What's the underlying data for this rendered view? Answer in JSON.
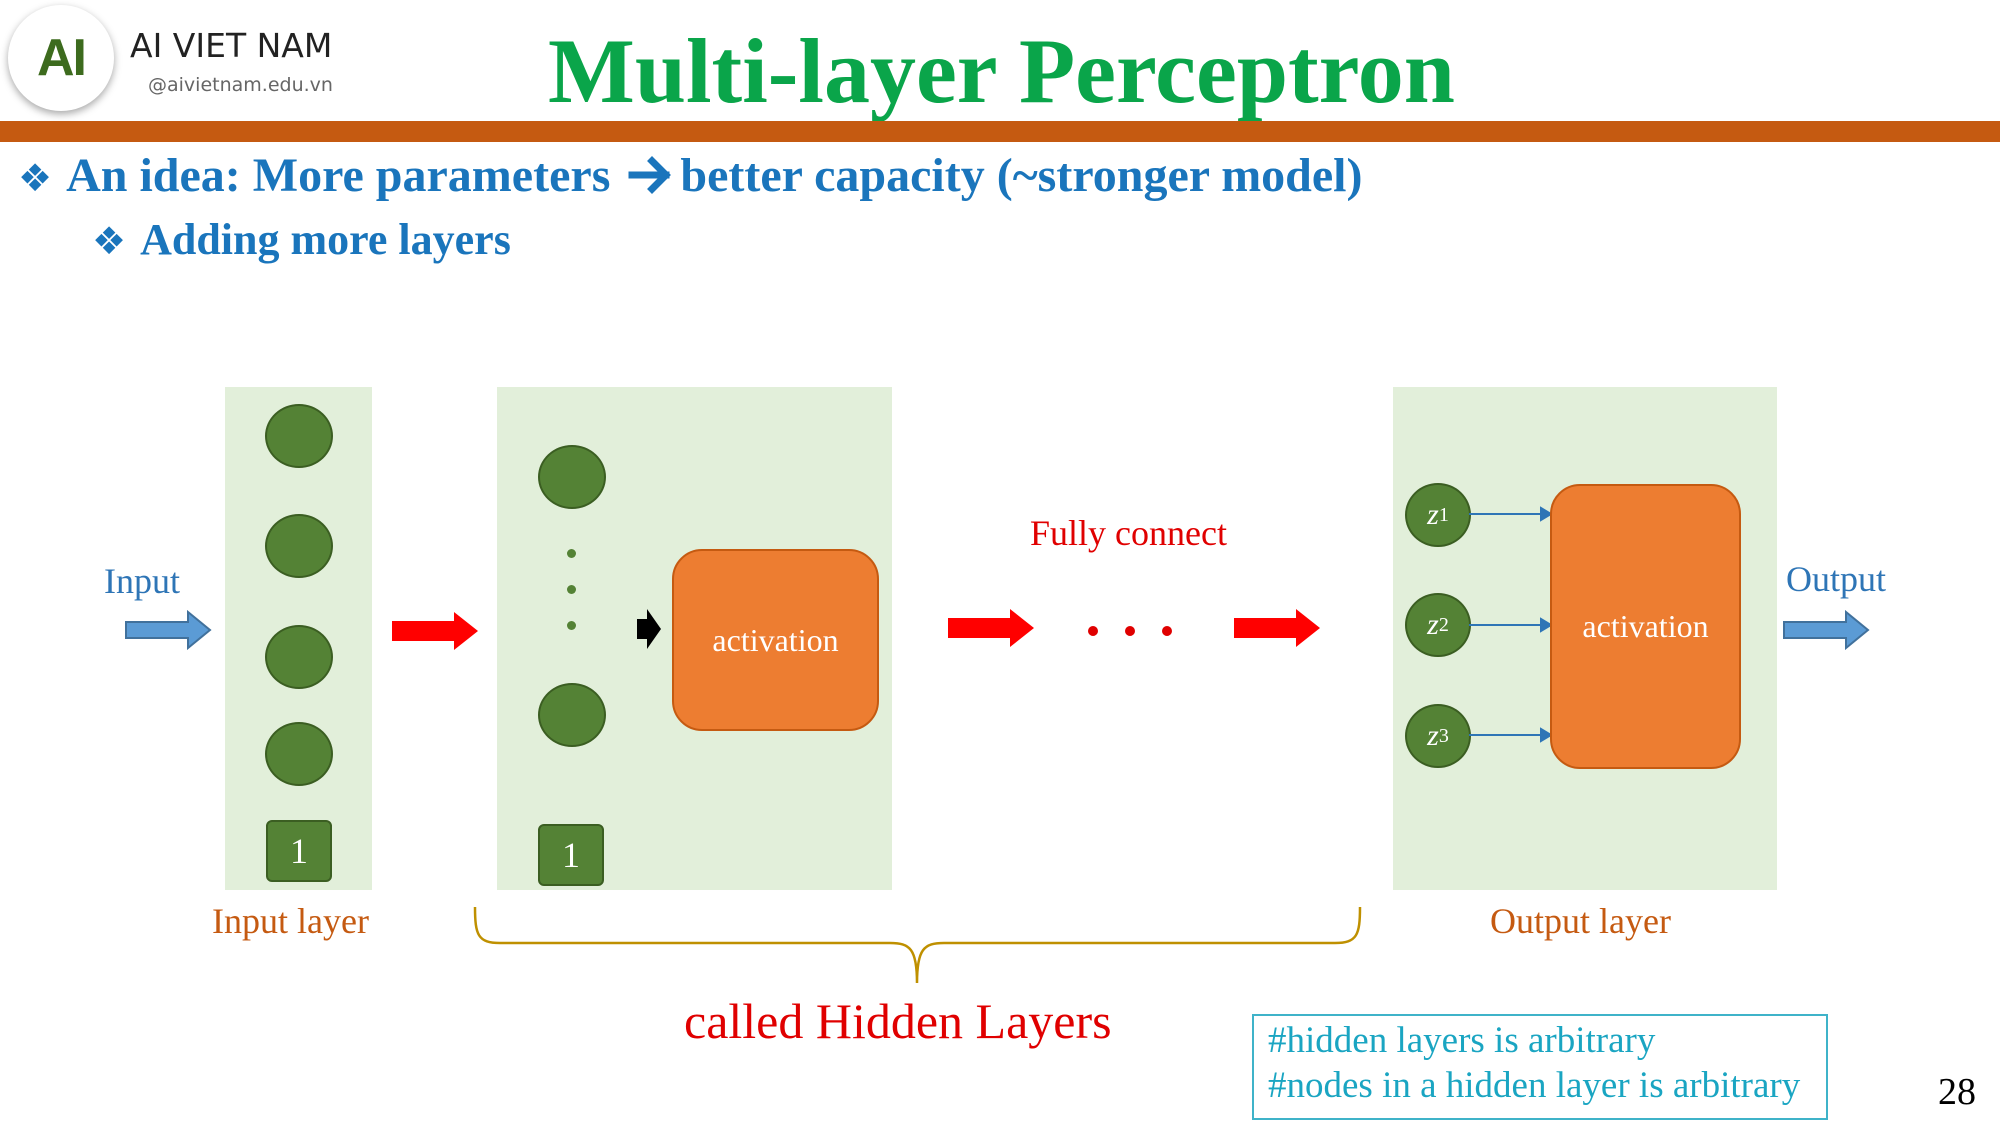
{
  "header": {
    "logo_mark": "AI",
    "brand_name": "AI VIET NAM",
    "brand_url": "@aivietnam.edu.vn",
    "title": "Multi-layer Perceptron",
    "colors": {
      "title": "#0aa54a",
      "bar": "#c55a11",
      "bullet": "#1a75bc"
    }
  },
  "bullets": {
    "level1": {
      "icon": "diamond-bullet-icon",
      "text_before": "An idea: More parameters",
      "arrow_icon": "arrow-right-icon",
      "text_after": "better capacity (~stronger model)"
    },
    "level2": {
      "icon": "diamond-bullet-icon",
      "text": "Adding more layers"
    }
  },
  "diagram": {
    "input_label": "Input",
    "output_label": "Output",
    "input_layer_label": "Input layer",
    "output_layer_label": "Output layer",
    "bias_label": "1",
    "activation_label": "activation",
    "fully_connect_label": "Fully connect",
    "ellipsis": "· · ·",
    "hidden_layers_label": "called Hidden Layers",
    "output_nodes": [
      {
        "var": "z",
        "sub": "1"
      },
      {
        "var": "z",
        "sub": "2"
      },
      {
        "var": "z",
        "sub": "3"
      }
    ],
    "colors": {
      "panel": "#e2efda",
      "node": "#548235",
      "activation": "#ed7d31",
      "flow_arrow": "#ff0000",
      "io_arrow": "#5b9bd5"
    }
  },
  "note": {
    "line1": "#hidden layers is arbitrary",
    "line2": "#nodes in a hidden layer is arbitrary"
  },
  "page_number": "28"
}
